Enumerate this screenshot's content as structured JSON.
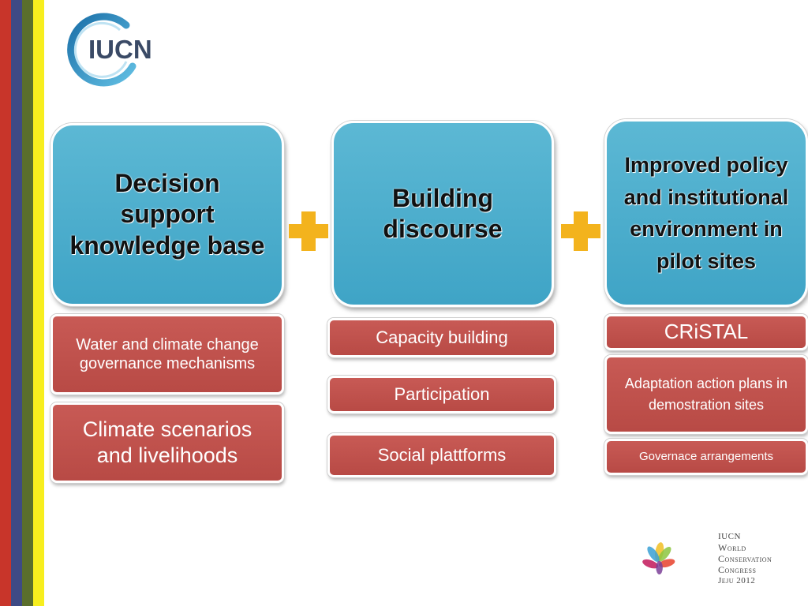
{
  "logo": {
    "name": "IUCN"
  },
  "columns": [
    {
      "header": "Decision support knowledge base",
      "items": [
        "Water and climate change governance mechanisms",
        "Climate scenarios and livelihoods"
      ]
    },
    {
      "header": "Building discourse",
      "items": [
        "Capacity building",
        "Participation",
        "Social plattforms"
      ]
    },
    {
      "header": "Improved policy and institutional environment in pilot sites",
      "items": [
        "CRiSTAL",
        "Adaptation action plans in demostration sites",
        "Governace arrangements"
      ]
    }
  ],
  "congress": {
    "line1": "IUCN",
    "line2": "World",
    "line3": "Conservation",
    "line4": "Congress",
    "line5": "Jeju 2012"
  },
  "colors": {
    "header_box": "#4aacc9",
    "item_box": "#c0504d",
    "plus": "#f3b31d"
  }
}
